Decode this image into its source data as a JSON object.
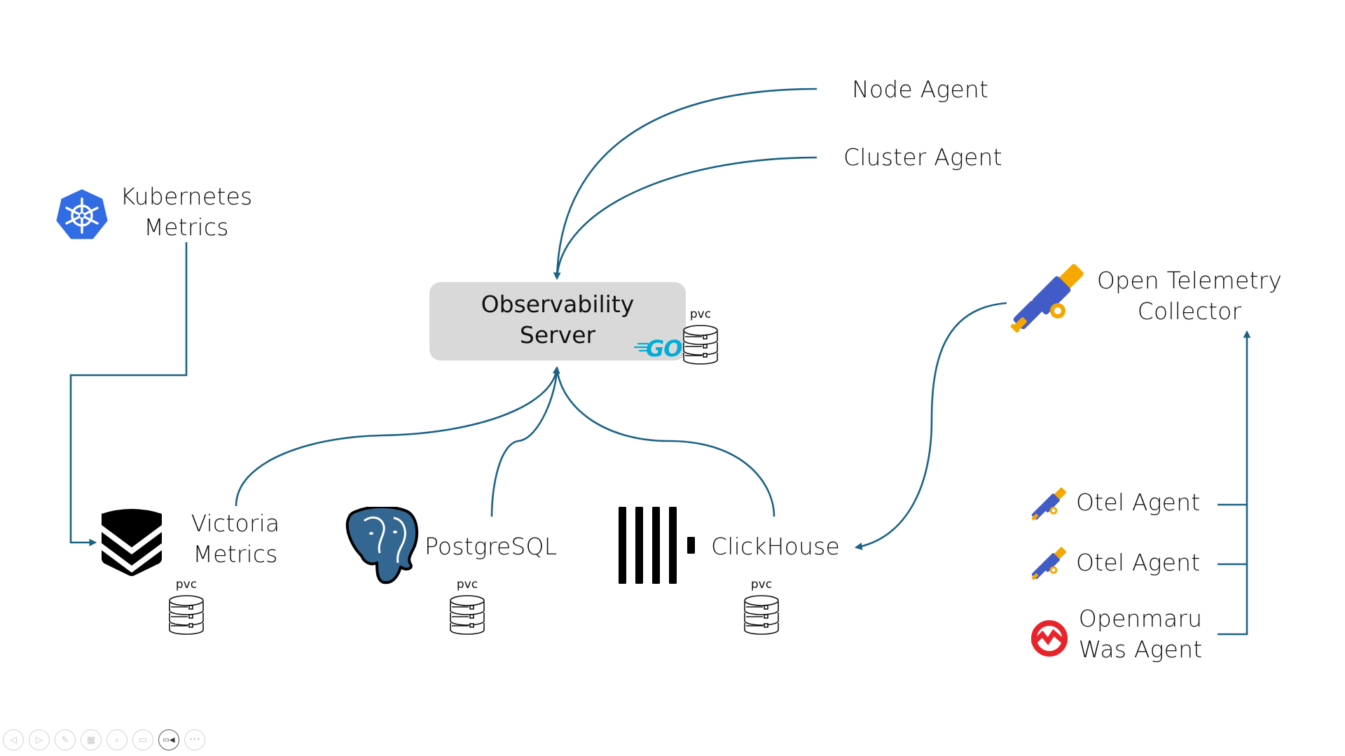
{
  "colors": {
    "connector": "#1b6285",
    "server_box": "#d9d9d9",
    "kubernetes_blue": "#326ce5",
    "otel_orange": "#f5a800",
    "otel_purple": "#425cc7",
    "go_cyan": "#00add8",
    "postgres_blue": "#336791",
    "openmaru_red": "#e8242b"
  },
  "nodes": {
    "node_agent": {
      "label": "Node Agent"
    },
    "cluster_agent": {
      "label": "Cluster Agent"
    },
    "kubernetes": {
      "line1": "Kubernetes",
      "line2": "Metrics",
      "icon": "kubernetes-icon"
    },
    "server": {
      "line1": "Observability",
      "line2": "Server",
      "badge": "GO",
      "pvc": "pvc"
    },
    "victoria": {
      "line1": "Victoria",
      "line2": "Metrics",
      "pvc": "pvc",
      "icon": "victoriametrics-icon"
    },
    "postgres": {
      "label": "PostgreSQL",
      "pvc": "pvc",
      "icon": "postgresql-elephant-icon"
    },
    "clickhouse": {
      "label": "ClickHouse",
      "pvc": "pvc",
      "icon": "clickhouse-icon"
    },
    "otel_collector": {
      "line1": "Open Telemetry",
      "line2": "Collector",
      "icon": "opentelemetry-icon"
    },
    "otel_agent_1": {
      "label": "Otel Agent",
      "icon": "opentelemetry-icon"
    },
    "otel_agent_2": {
      "label": "Otel Agent",
      "icon": "opentelemetry-icon"
    },
    "openmaru": {
      "line1": "Openmaru",
      "line2": "Was Agent",
      "icon": "openmaru-icon"
    }
  },
  "edges": [
    {
      "from": "Node Agent",
      "to": "Observability Server"
    },
    {
      "from": "Cluster Agent",
      "to": "Observability Server"
    },
    {
      "from": "Kubernetes Metrics",
      "to": "Victoria Metrics"
    },
    {
      "from": "Victoria Metrics",
      "to": "Observability Server"
    },
    {
      "from": "PostgreSQL",
      "to": "Observability Server"
    },
    {
      "from": "ClickHouse",
      "to": "Observability Server"
    },
    {
      "from": "Open Telemetry Collector",
      "to": "ClickHouse"
    },
    {
      "from": "Otel Agent",
      "to": "Open Telemetry Collector"
    },
    {
      "from": "Otel Agent",
      "to": "Open Telemetry Collector"
    },
    {
      "from": "Openmaru Was Agent",
      "to": "Open Telemetry Collector"
    }
  ],
  "slideshow_toolbar": [
    {
      "name": "previous-slide-button",
      "glyph": "◁"
    },
    {
      "name": "next-slide-button",
      "glyph": "▷"
    },
    {
      "name": "pen-button",
      "glyph": "✎"
    },
    {
      "name": "see-all-slides-button",
      "glyph": "▦"
    },
    {
      "name": "zoom-button",
      "glyph": "⌕"
    },
    {
      "name": "subtitles-button",
      "glyph": "▭"
    },
    {
      "name": "camera-button",
      "glyph": "▭◀"
    },
    {
      "name": "more-options-button",
      "glyph": "•••"
    }
  ]
}
